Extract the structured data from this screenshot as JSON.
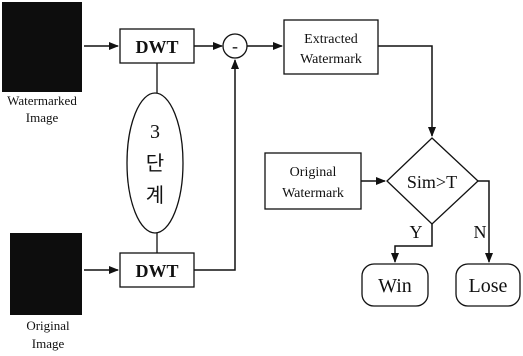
{
  "images": {
    "watermarked_caption_line1": "Watermarked",
    "watermarked_caption_line2": "Image",
    "original_caption_line1": "Original",
    "original_caption_line2": "Image"
  },
  "blocks": {
    "dwt_top": "DWT",
    "dwt_bottom": "DWT",
    "subtract_symbol": "-",
    "extracted_line1": "Extracted",
    "extracted_line2": "Watermark",
    "original_wm_line1": "Original",
    "original_wm_line2": "Watermark",
    "decision": "Sim>T",
    "win": "Win",
    "lose": "Lose"
  },
  "levels": {
    "number": "3",
    "char1": "단",
    "char2": "계"
  },
  "branches": {
    "yes": "Y",
    "no": "N"
  }
}
